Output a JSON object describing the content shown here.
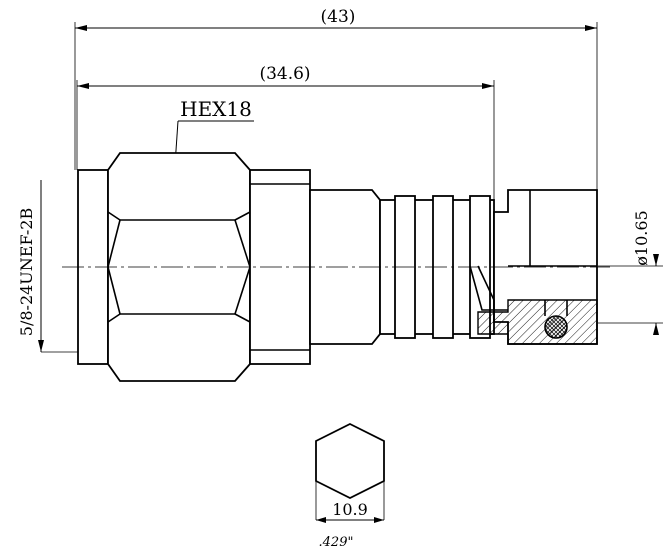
{
  "drawing": {
    "overall_length": "(43)",
    "body_length": "(34.6)",
    "hex_label": "HEX18",
    "thread_label": "5/8-24UNEF-2B",
    "diameter_label": "ø10.65",
    "hex_flat_mm": "10.9",
    "hex_flat_inch": ".429\""
  }
}
